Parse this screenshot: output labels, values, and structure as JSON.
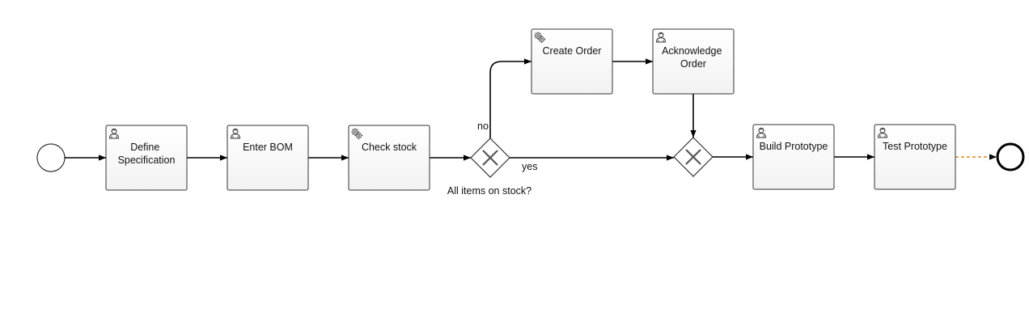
{
  "diagram": {
    "start_event": "start-event",
    "end_event": "end-event",
    "tasks": [
      {
        "id": "define",
        "lines": [
          "Define",
          "Specification"
        ],
        "type": "user"
      },
      {
        "id": "bom",
        "lines": [
          "Enter BOM"
        ],
        "type": "user"
      },
      {
        "id": "check",
        "lines": [
          "Check stock"
        ],
        "type": "service"
      },
      {
        "id": "create",
        "lines": [
          "Create Order"
        ],
        "type": "service"
      },
      {
        "id": "ack",
        "lines": [
          "Acknowledge",
          "Order"
        ],
        "type": "user"
      },
      {
        "id": "build",
        "lines": [
          "Build Prototype"
        ],
        "type": "user"
      },
      {
        "id": "test",
        "lines": [
          "Test Prototype"
        ],
        "type": "user"
      }
    ],
    "gateways": {
      "split": {
        "label": "All items on stock?",
        "no_label": "no",
        "yes_label": "yes"
      },
      "merge": {
        "label": ""
      }
    }
  }
}
